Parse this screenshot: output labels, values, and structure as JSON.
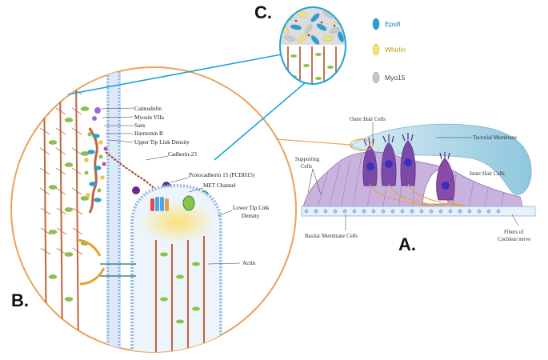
{
  "panels": {
    "a": "A.",
    "b": "B.",
    "c": "C."
  },
  "legend": [
    {
      "label": "Eps8",
      "color": "#2a9fd6",
      "text_color": "#1f7fb8"
    },
    {
      "label": "Whirlin",
      "color": "#f3e27a",
      "text_color": "#b49a10"
    },
    {
      "label": "Myo15",
      "color": "#c9c9c9",
      "text_color": "#444444"
    }
  ],
  "labels_b": {
    "calmodulin": "Calmodulin",
    "myosin": "Myosin VIIa",
    "sans": "Sans",
    "harmonin": "Harmonin B",
    "upper": "Upper Tip Link Density",
    "cadherin": "Cadherin-23",
    "pcdh": "Protocadherin 15 (PCDH15)",
    "met": "MET Channel",
    "lower1": "Lower Tip Link",
    "lower2": "Density",
    "actin": "Actin"
  },
  "labels_a": {
    "outer": "Outer Hair Cells",
    "tectorial": "Tectorial Membrane",
    "supporting1": "Supporting",
    "supporting2": "Cells",
    "inner": "Inner Hair Cells",
    "basilar": "Basilar Membrane Cells",
    "fibers1": "Fibers of",
    "fibers2": "Cochlear nerve"
  },
  "colors": {
    "circle_outline": "#e9a35a",
    "connector": "#1aa3d9",
    "actin": "#c0623e",
    "actin_green": "#8bc34a",
    "cell_purple": "#c7b0dc",
    "membrane_blue": "#8fb9e6"
  }
}
